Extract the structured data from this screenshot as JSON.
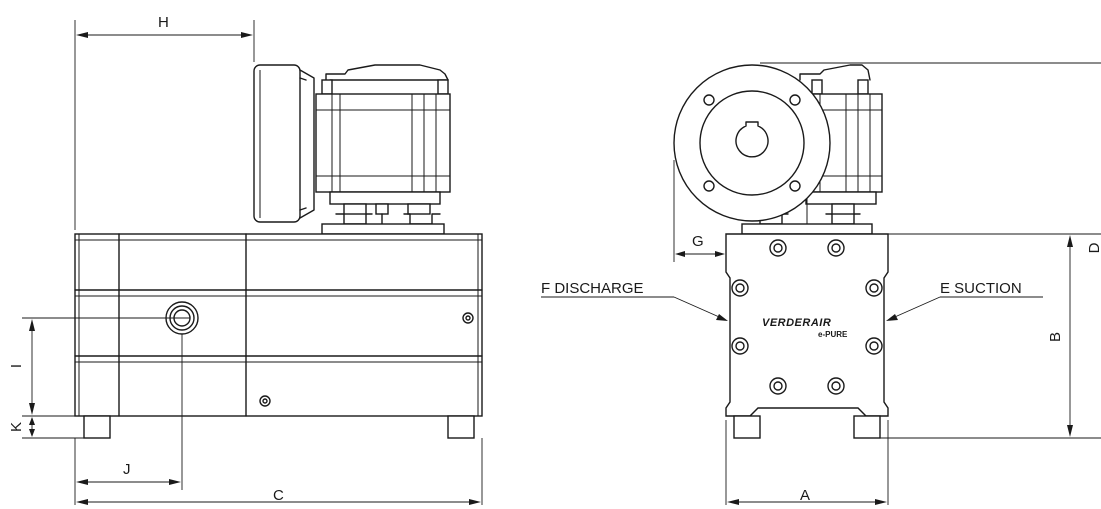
{
  "dimensions": {
    "A": "A",
    "B": "B",
    "C": "C",
    "D": "D",
    "G": "G",
    "H": "H",
    "I": "I",
    "J": "J",
    "K": "K"
  },
  "ports": {
    "discharge": "F DISCHARGE",
    "suction": "E SUCTION"
  },
  "brand": {
    "name": "VERDERAIR",
    "product": "e-PURE"
  }
}
